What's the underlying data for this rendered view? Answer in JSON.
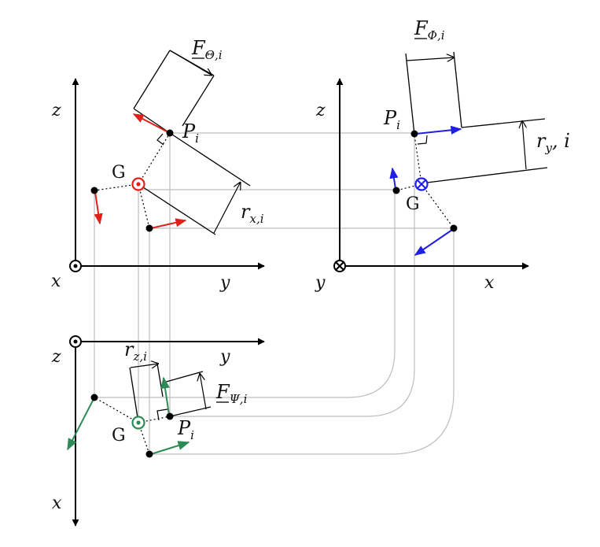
{
  "colors": {
    "axis": "#000000",
    "guide": "#bdbdbd",
    "red": "#e0201b",
    "blue": "#1f1fe6",
    "green": "#2e8b57"
  },
  "view_xz": {
    "axis_vertical": "z",
    "axis_horizontal": "y",
    "axis_out_of_page": "x",
    "axis_out_symbol": "dot-in-circle",
    "cg_label": "G",
    "point_label": "P",
    "point_sub": "i",
    "force_label": "F",
    "force_sub": "Θ,i",
    "moment_arm_label": "r",
    "moment_arm_sub": "x,i",
    "accent": "red"
  },
  "view_yz": {
    "axis_vertical": "z",
    "axis_horizontal": "x",
    "axis_out_of_page": "y",
    "axis_out_symbol": "cross-in-circle",
    "cg_label": "G",
    "point_label": "P",
    "point_sub": "i",
    "force_label": "F",
    "force_sub": "Φ,i",
    "moment_arm_label": "r",
    "moment_arm_text": "y",
    "moment_arm_tail": ", i",
    "accent": "blue"
  },
  "view_xy": {
    "axis_vertical": "x",
    "axis_horizontal": "y",
    "axis_out_of_page": "z",
    "axis_out_symbol": "dot-in-circle",
    "cg_label": "G",
    "point_label": "P",
    "point_sub": "i",
    "force_label": "F",
    "force_sub": "Ψ,i",
    "moment_arm_label": "r",
    "moment_arm_sub": "z,i",
    "accent": "green"
  }
}
